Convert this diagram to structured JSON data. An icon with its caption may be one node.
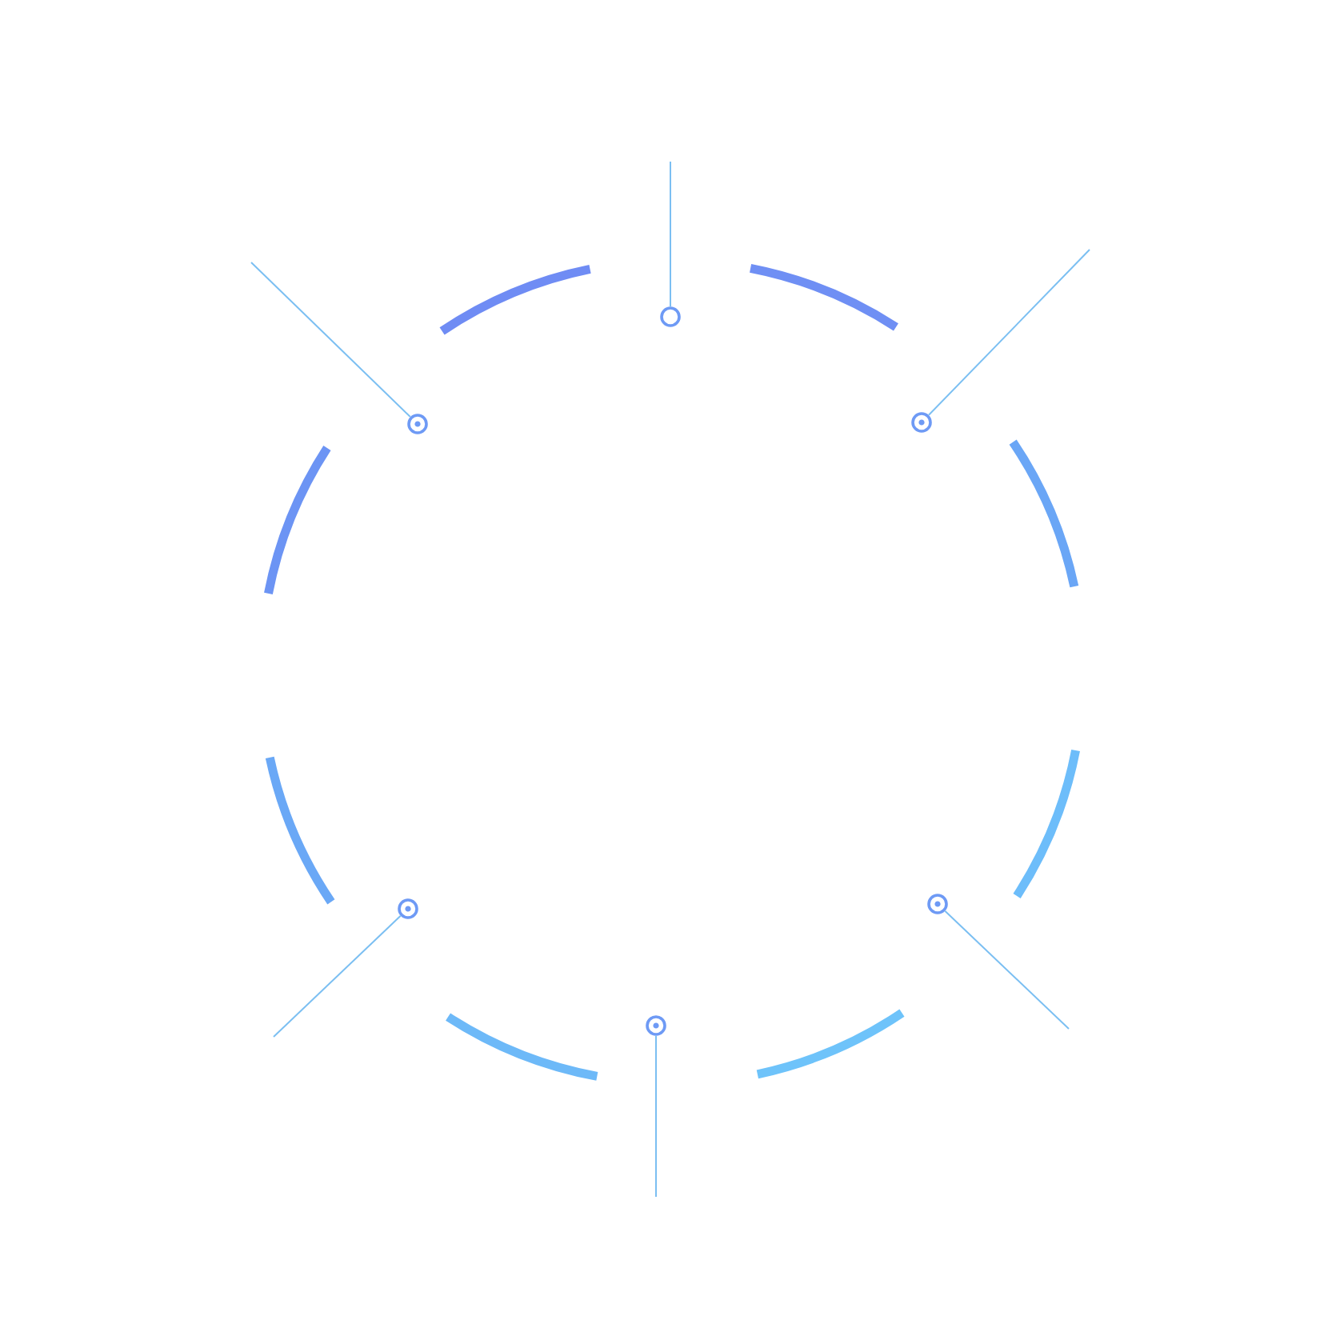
{
  "diagram": {
    "nodes": [
      {
        "text": [],
        "shape": "circle"
      },
      {
        "text": [],
        "shape": "circle"
      },
      {
        "text": [],
        "shape": "circle"
      },
      {
        "text": [],
        "shape": "circle"
      },
      {
        "text": [],
        "shape": "circle"
      },
      {
        "text": [],
        "shape": "circle"
      }
    ],
    "edges": [
      {
        "from": null,
        "to": 0,
        "arrow": "none"
      },
      {
        "from": null,
        "to": 1,
        "arrow": "none"
      },
      {
        "from": null,
        "to": 2,
        "arrow": "none"
      },
      {
        "from": null,
        "to": 3,
        "arrow": "none"
      },
      {
        "from": null,
        "to": 4,
        "arrow": "none"
      },
      {
        "from": null,
        "to": 5,
        "arrow": "none"
      }
    ]
  }
}
